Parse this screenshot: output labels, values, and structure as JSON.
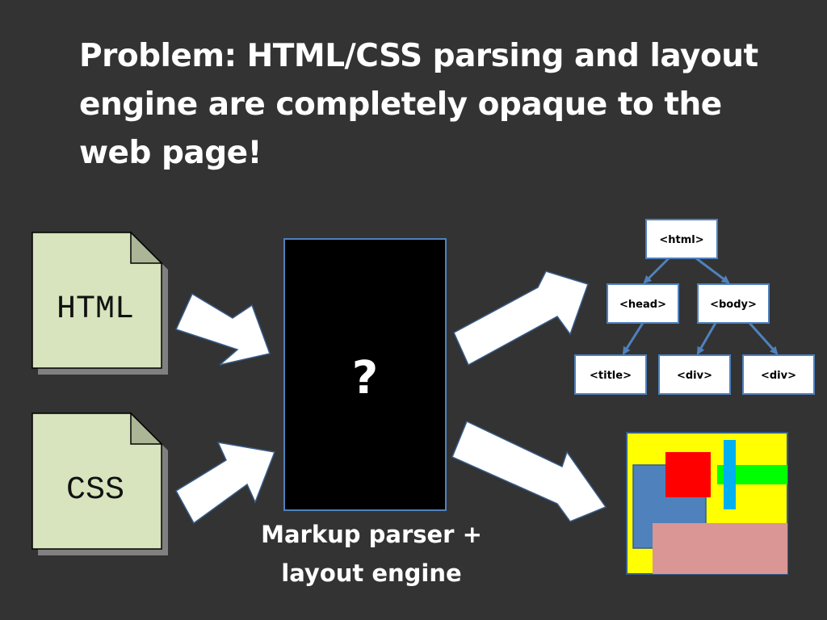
{
  "slide": {
    "title": "Problem: HTML/CSS parsing and layout engine are completely opaque to the web page!",
    "background_color": "#333333"
  },
  "inputs": {
    "html_doc_label": "HTML",
    "css_doc_label": "CSS",
    "doc_fill_color": "#d7e4bd"
  },
  "engine": {
    "symbol": "?",
    "caption_line1": "Markup parser +",
    "caption_line2": "layout engine",
    "box_color": "#000000"
  },
  "dom_tree": {
    "nodes": {
      "html": "<html>",
      "head": "<head>",
      "body": "<body>",
      "title": "<title>",
      "div1": "<div>",
      "div2": "<div>"
    },
    "edge_color": "#4f81bd"
  },
  "layout_preview": {
    "colors": {
      "background": "#ffff00",
      "blue_box": "#4f81bd",
      "red_box": "#ff0000",
      "green_bar": "#00ff00",
      "cyan_bar": "#00b0f0",
      "pink_box": "#d99694"
    }
  },
  "icons": {
    "arrows": "white-block-arrow-icon"
  }
}
